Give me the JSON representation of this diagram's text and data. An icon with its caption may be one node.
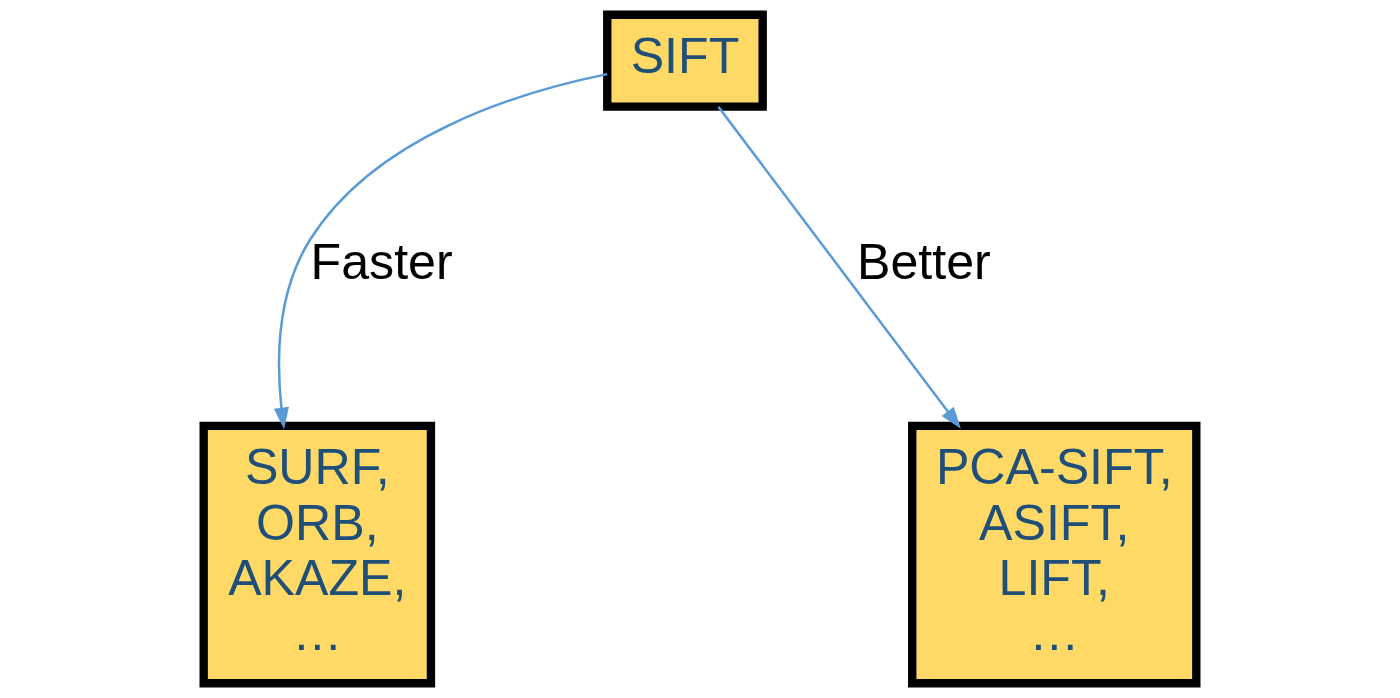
{
  "diagram": {
    "nodes": [
      {
        "text": [
          "SIFT"
        ]
      },
      {
        "text": [
          "SURF, ORB, AKAZE, …"
        ]
      },
      {
        "text": [
          "PCA-SIFT, ASIFT, LIFT, …"
        ]
      }
    ],
    "edges": [
      {
        "from": 0,
        "to": 1,
        "arrow": "to",
        "label": "Faster"
      },
      {
        "from": 0,
        "to": 2,
        "arrow": "to",
        "label": "Better"
      }
    ]
  }
}
